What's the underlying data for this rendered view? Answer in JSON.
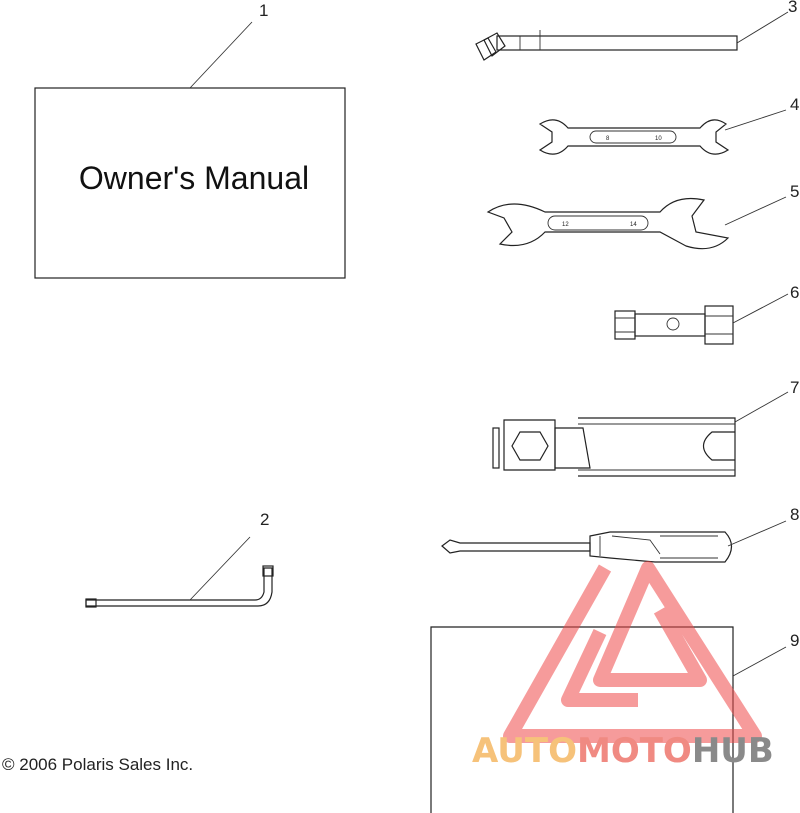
{
  "manual": {
    "title": "Owner's Manual"
  },
  "callouts": [
    "1",
    "2",
    "3",
    "4",
    "5",
    "6",
    "7",
    "8",
    "9"
  ],
  "wrench_marks": {
    "small_left": "8",
    "small_right": "10",
    "large_left": "12",
    "large_right": "14"
  },
  "copyright": "© 2006 Polaris Sales Inc.",
  "watermark": {
    "part1": "AUTO",
    "part2": "MOTO",
    "part3": "HUB",
    "color1": "#f6c27a",
    "color2": "#f08a82",
    "color3": "#8a8a8a",
    "logo_color": "#ef4b4b"
  }
}
